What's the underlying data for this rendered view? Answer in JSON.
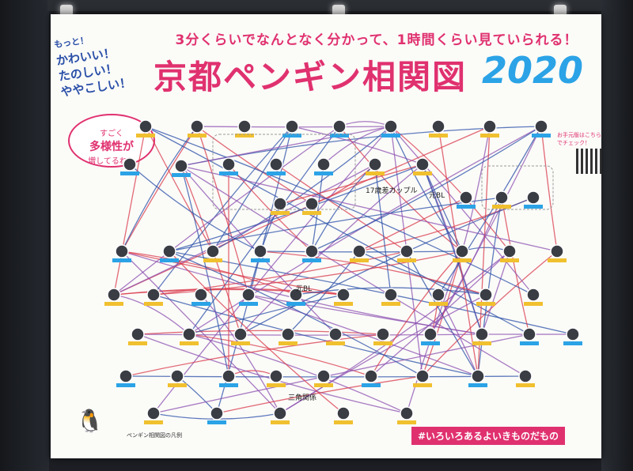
{
  "poster": {
    "tagline_lines": [
      "もっと！",
      "かわいい！",
      "たのしい！",
      "ややこしい！"
    ],
    "subtitle": "3分くらいでなんとなく分かって、1時間くらい見ていられる！",
    "title": "京都ペンギン相関図",
    "year": "2020",
    "bubble_line1": "すごく",
    "bubble_line2": "多様性が",
    "bubble_line3": "増してるね！",
    "qr_label": "お手元版はこちらでチェック！",
    "hashtag": "#いろいろあるよいきものだもの",
    "legend_text": "ペンギン相関図の凡例",
    "notes": [
      {
        "text": "17歳差カップル"
      },
      {
        "text": "元BL"
      },
      {
        "text": "元BL"
      },
      {
        "text": "三角関係"
      }
    ]
  },
  "colors": {
    "accent_pink": "#e0316f",
    "accent_blue": "#2ba3e6",
    "line_red": "#d9384a",
    "line_blue": "#2a4fa8",
    "line_purple": "#8b4fb0"
  }
}
